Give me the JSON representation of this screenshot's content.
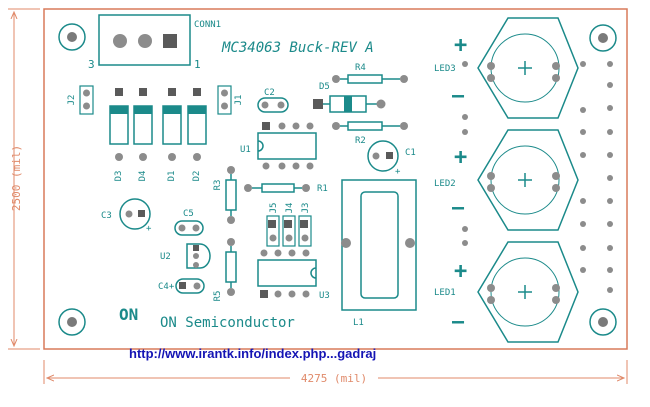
{
  "board": {
    "title": "MC34063 Buck-REV A",
    "vendor": "ON Semiconductor",
    "logo": "ON",
    "url": "http://www.irantk.info/index.php...gadraj",
    "width_label": "4275 (mil)",
    "height_label": "2500 (mil)"
  },
  "labels": {
    "conn1": "CONN1",
    "conn_pin3": "3",
    "conn_pin1": "1",
    "j1": "J1",
    "j2": "J2",
    "c2": "C2",
    "d5": "D5",
    "r4": "R4",
    "r2": "R2",
    "u1": "U1",
    "c1": "C1",
    "d3": "D3",
    "d4": "D4",
    "d1": "D1",
    "d2": "D2",
    "r3": "R3",
    "r1": "R1",
    "c3": "C3",
    "c5": "C5",
    "j5": "J5",
    "j4": "J4",
    "j3": "J3",
    "u2": "U2",
    "c4": "C4+",
    "r5": "R5",
    "u3": "U3",
    "l1": "L1",
    "led3": "LED3",
    "led2": "LED2",
    "led1": "LED1",
    "plus": "+",
    "minus": "—",
    "cap_plus": "+"
  },
  "colors": {
    "outline": "#d87a5a",
    "silk": "#1b8a8a",
    "dim": "#e08a6a",
    "url": "#1414b4",
    "pad": "#8c8c8c",
    "pad_square": "#5a5a5a"
  }
}
